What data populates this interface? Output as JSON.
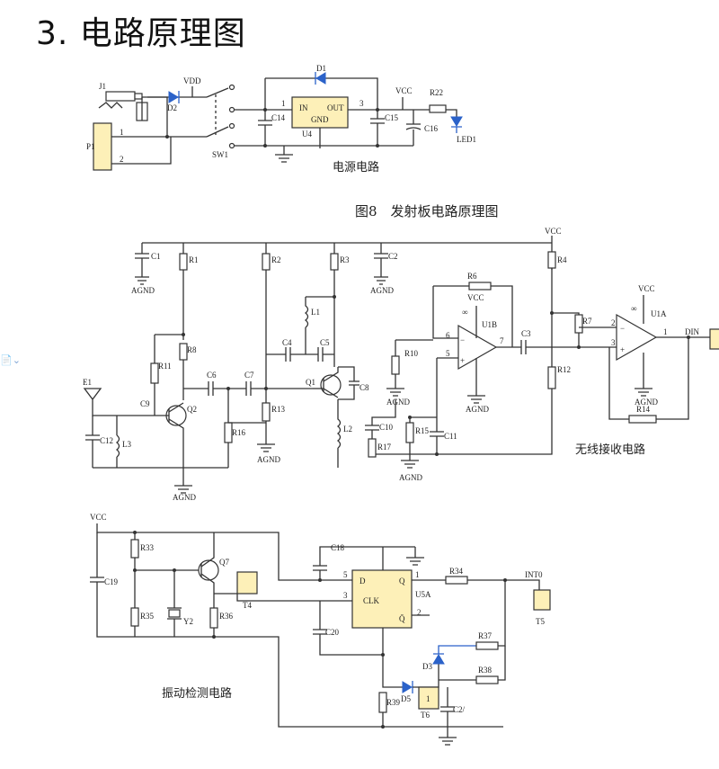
{
  "heading": "3. 电路原理图",
  "captions": {
    "power": "电源电路",
    "figure": "图8　发射板电路原理图",
    "receiver": "无线接收电路",
    "vibration": "振动检测电路"
  },
  "labels": {
    "J1": "J1",
    "P1": "P1",
    "D2": "D2",
    "VDD": "VDD",
    "SW1": "SW1",
    "D1": "D1",
    "U4": "U4",
    "IN": "IN",
    "OUT": "OUT",
    "GND": "GND",
    "C14": "C14",
    "C15": "C15",
    "C16": "C16",
    "VCC": "VCC",
    "R22": "R22",
    "LED1": "LED1",
    "n1": "1",
    "n2": "2",
    "n3": "3",
    "C1": "C1",
    "AGND": "AGND",
    "R1": "R1",
    "R2": "R2",
    "R3": "R3",
    "C2": "C2",
    "R4": "R4",
    "R6": "R6",
    "U1B": "U1B",
    "U1A": "U1A",
    "R7": "R7",
    "L1": "L1",
    "R8": "R8",
    "R11": "R11",
    "C4": "C4",
    "C5": "C5",
    "R10": "R10",
    "C3": "C3",
    "DIN": "DIN",
    "E1": "E1",
    "C9": "C9",
    "C6": "C6",
    "C7": "C7",
    "Q1": "Q1",
    "C8": "C8",
    "R12": "R12",
    "Q2": "Q2",
    "C12": "C12",
    "L3": "L3",
    "R13": "R13",
    "R16": "R16",
    "L2": "L2",
    "C10": "C10",
    "R15": "R15",
    "C11": "C11",
    "R17": "R17",
    "R14": "R14",
    "n5": "5",
    "n6": "6",
    "n7": "7",
    "inf": "∞",
    "plus": "+",
    "minus": "−",
    "R33": "R33",
    "Q7": "Q7",
    "C19": "C19",
    "R35": "R35",
    "Y2": "Y2",
    "R36": "R36",
    "T4": "T4",
    "C18": "C18",
    "D": "D",
    "CLK": "CLK",
    "Q": "Q",
    "Qbar": "Q̄",
    "U5A": "U5A",
    "R34": "R34",
    "INT0": "INT0",
    "T5": "T5",
    "C20": "C20",
    "R37": "R37",
    "D5": "D5",
    "D3": "D3",
    "R38": "R38",
    "R39": "R39",
    "T6": "T6",
    "C2x": "C2/",
    "one": "1"
  },
  "colors": {
    "diode": "#2b62c9",
    "terminal": "#fdf0b8",
    "wire": "#333333"
  }
}
